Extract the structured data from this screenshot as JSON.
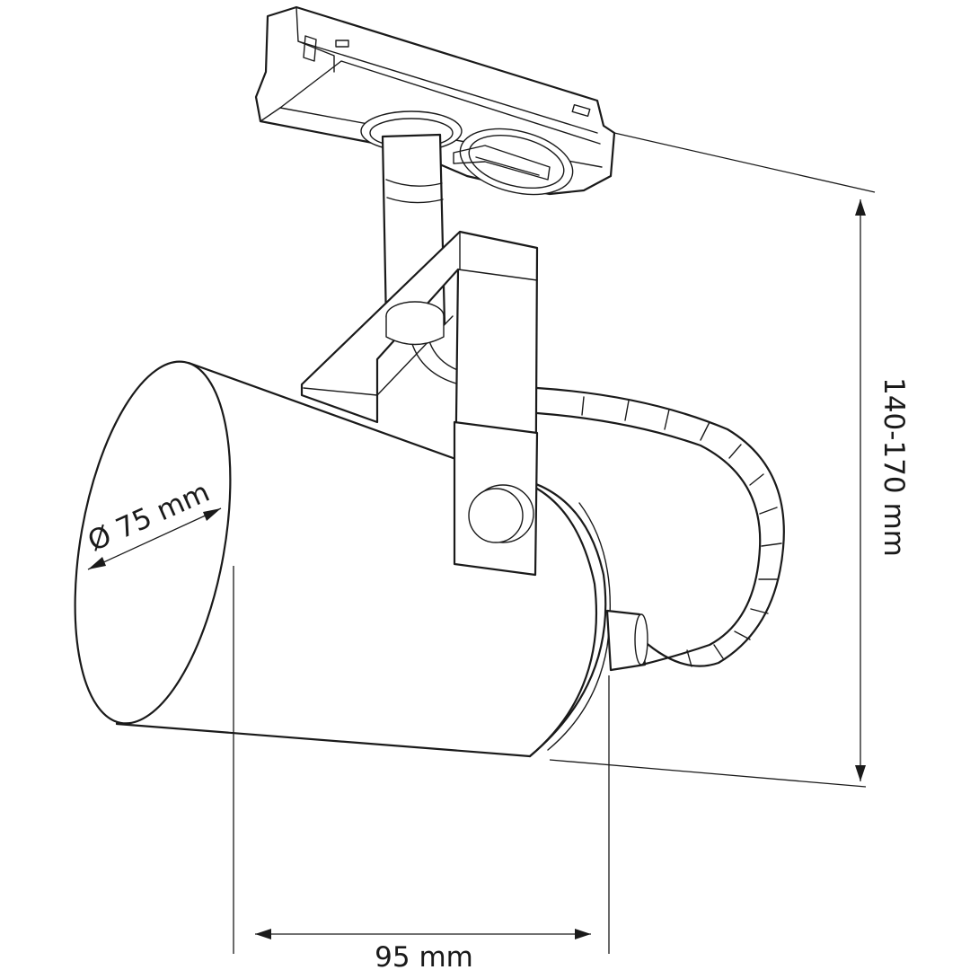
{
  "dimensions": {
    "diameter_label": "Ø 75 mm",
    "depth_label": "95 mm",
    "height_label": "140-170 mm"
  },
  "colors": {
    "line": "#1a1a1a",
    "background": "#ffffff"
  }
}
